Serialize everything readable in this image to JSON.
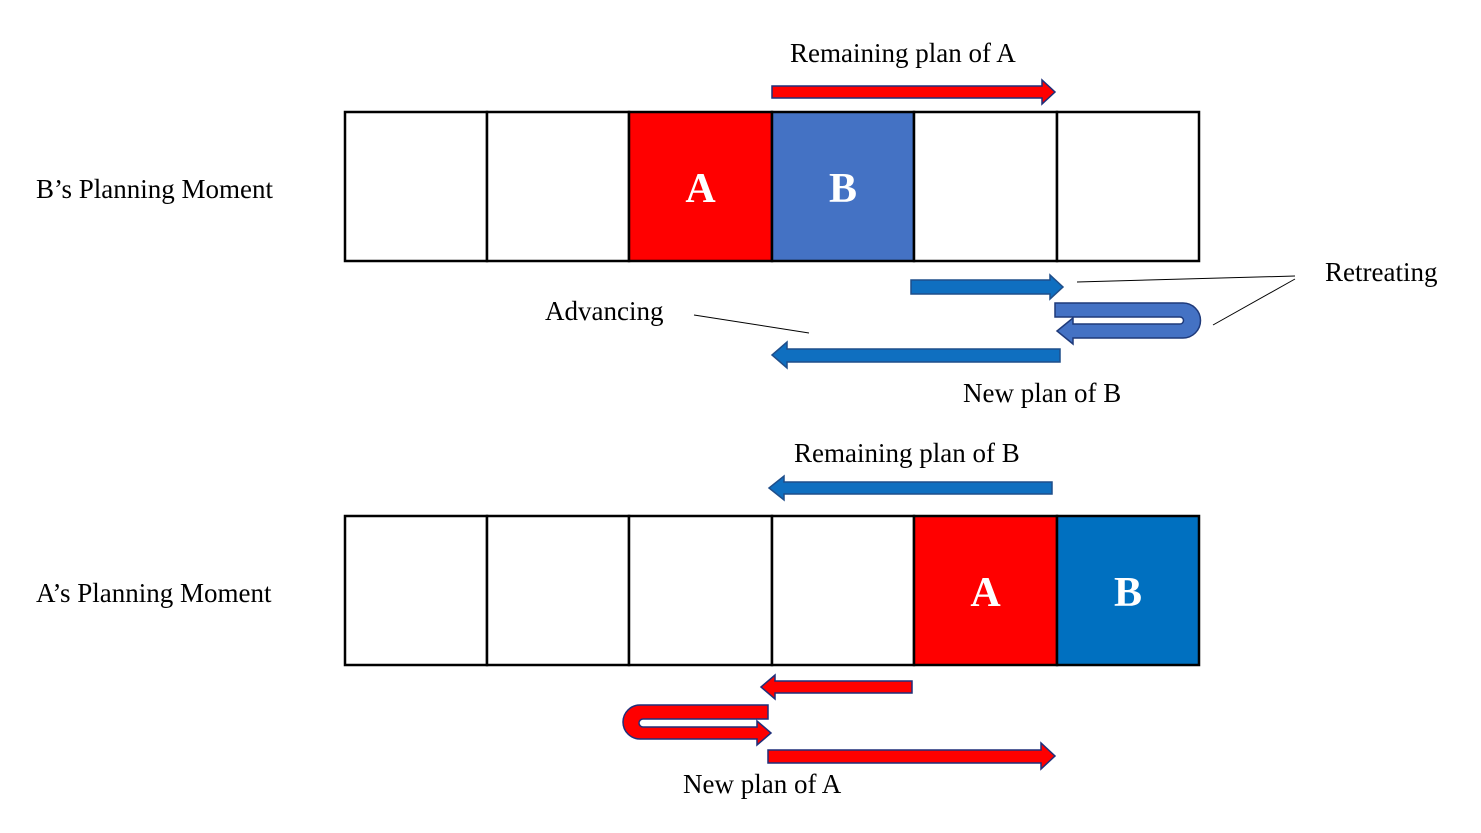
{
  "colors": {
    "agent_a": "#ff0000",
    "agent_a_stroke": "#1f2f7a",
    "agent_b_top": "#4472c4",
    "agent_b_bottom": "#0070c0",
    "arrow_blue": "#0f6fc0",
    "arrow_blue_stroke": "#1f4e8a",
    "grid_line": "#000000"
  },
  "top_row": {
    "label": "B’s Planning Moment",
    "cells": [
      "",
      "",
      "A",
      "B",
      "",
      ""
    ],
    "remaining_label": "Remaining plan of A",
    "new_plan_label": "New plan of B",
    "advancing_label": "Advancing",
    "retreating_label": "Retreating"
  },
  "bottom_row": {
    "label": "A’s Planning Moment",
    "cells": [
      "",
      "",
      "",
      "",
      "A",
      "B"
    ],
    "remaining_label": "Remaining plan of B",
    "new_plan_label": "New plan of A"
  }
}
